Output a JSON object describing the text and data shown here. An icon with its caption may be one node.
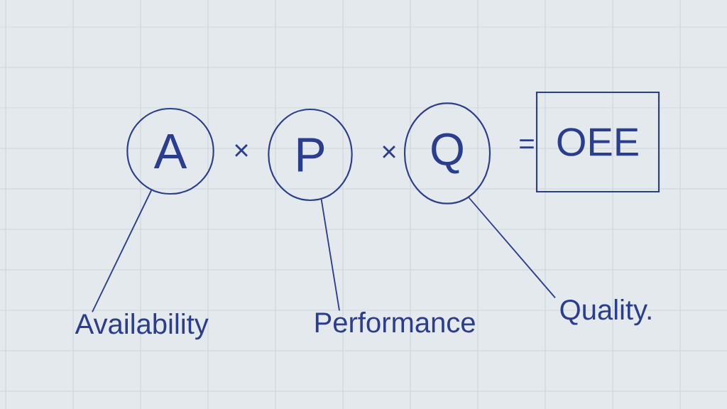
{
  "diagram": {
    "nodes": [
      {
        "text": [
          "A"
        ]
      },
      {
        "text": [
          "P"
        ]
      },
      {
        "text": [
          "Q"
        ]
      },
      {
        "text": [
          "OEE"
        ]
      },
      {
        "text": [
          "Availability"
        ]
      },
      {
        "text": [
          "Performance"
        ]
      },
      {
        "text": [
          "Quality."
        ]
      }
    ],
    "edges": [
      {
        "from": 4,
        "to": 0,
        "arrow": "none"
      },
      {
        "from": 5,
        "to": 1,
        "arrow": "none"
      },
      {
        "from": 6,
        "to": 2,
        "arrow": "none"
      }
    ],
    "labels": [
      "×",
      "×",
      "="
    ]
  }
}
